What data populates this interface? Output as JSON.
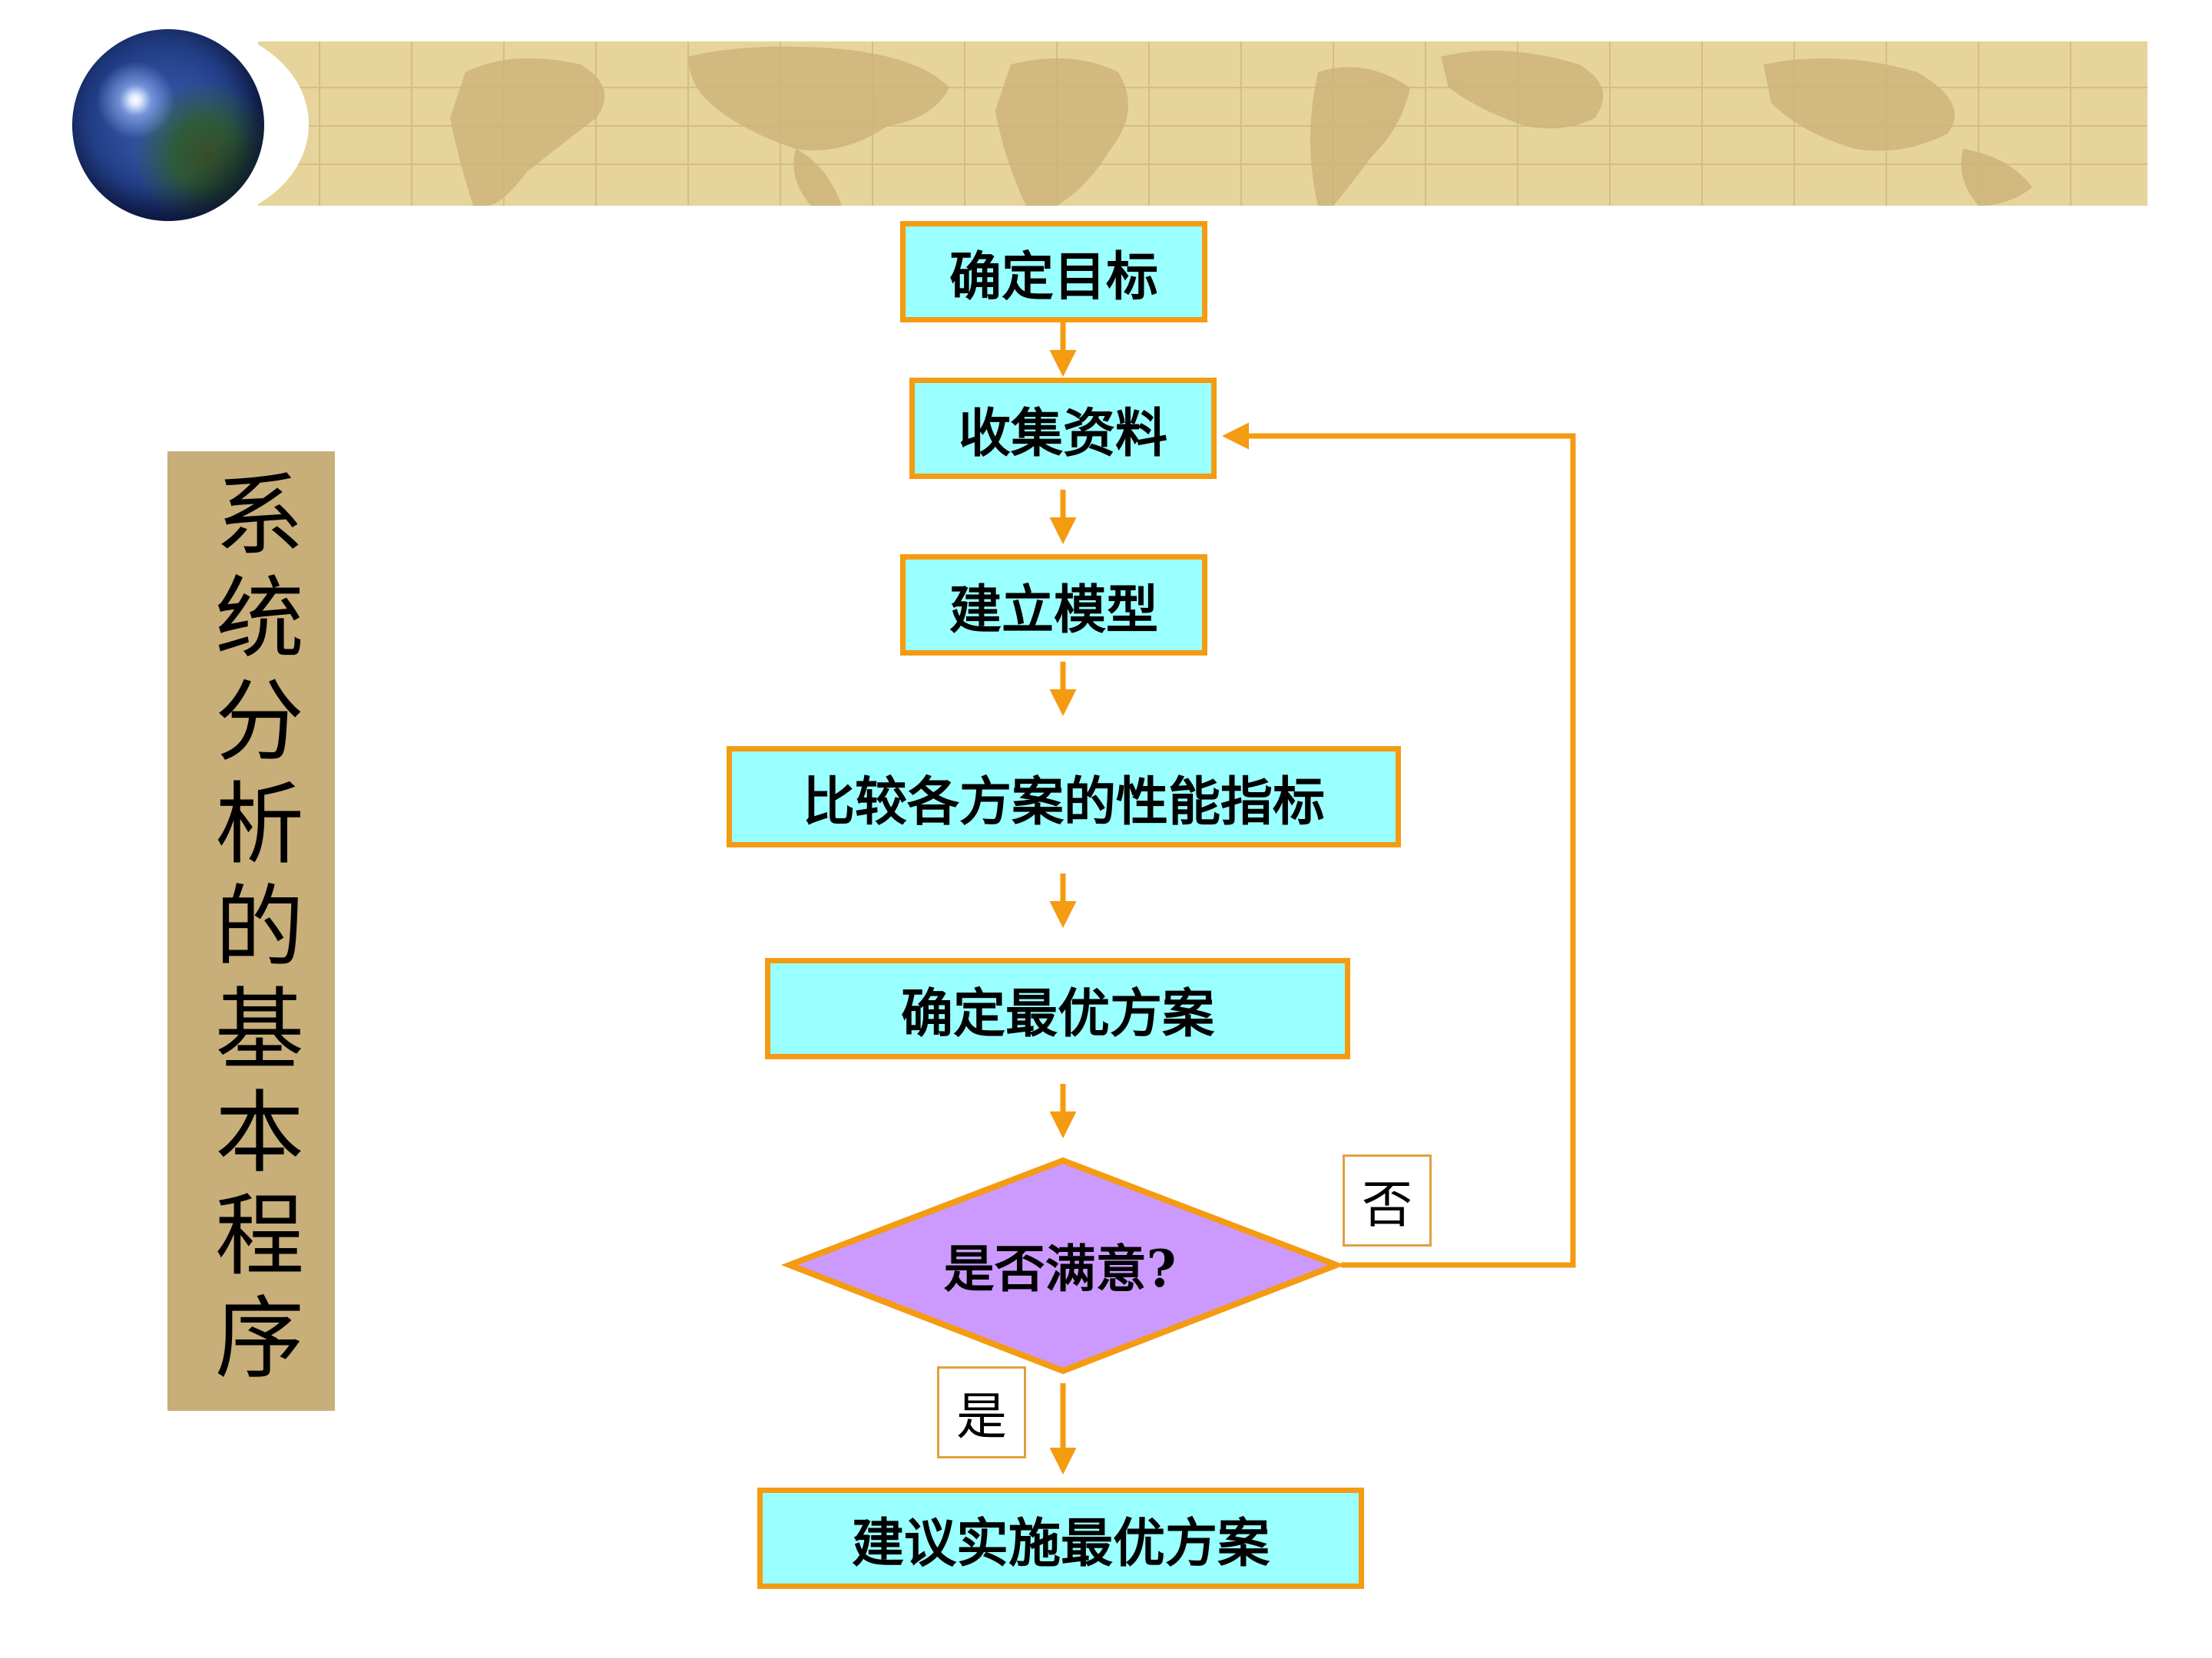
{
  "side_title": "系统分析的基本程序",
  "steps": {
    "s1": "确定目标",
    "s2": "收集资料",
    "s3": "建立模型",
    "s4": "比较各方案的性能指标",
    "s5": "确定最优方案",
    "decision": "是否满意?",
    "s6": "建议实施最优方案"
  },
  "branches": {
    "no": "否",
    "yes": "是"
  },
  "colors": {
    "box_fill": "#99ffff",
    "border": "#f49b12",
    "decision_fill": "#cc99ff",
    "title_panel": "#c8ae78",
    "banner": "#e6d49c"
  }
}
